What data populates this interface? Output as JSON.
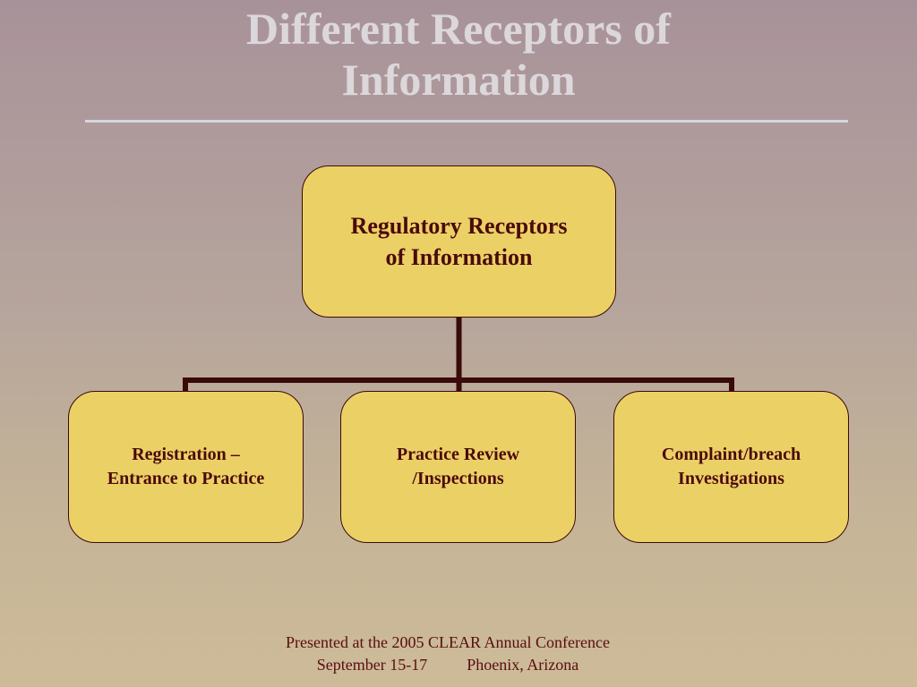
{
  "slide": {
    "title_lines": [
      "Different Receptors of",
      "Information"
    ]
  },
  "diagram": {
    "root": {
      "lines": [
        "Regulatory Receptors",
        "of Information"
      ]
    },
    "children": [
      {
        "lines": [
          "Registration –",
          "Entrance to Practice"
        ]
      },
      {
        "lines": [
          "Practice Review",
          "/Inspections"
        ]
      },
      {
        "lines": [
          "Complaint/breach",
          "Investigations"
        ]
      }
    ]
  },
  "footer": {
    "line1": "Presented at the 2005 CLEAR Annual Conference",
    "dates": "September 15-17",
    "location": "Phoenix, Arizona"
  },
  "colors": {
    "box_fill": "#ebd066",
    "box_text": "#4a0b0b",
    "connector": "#3a0a0a",
    "title": "#dcd7da",
    "footer_text": "#5a0d10"
  }
}
